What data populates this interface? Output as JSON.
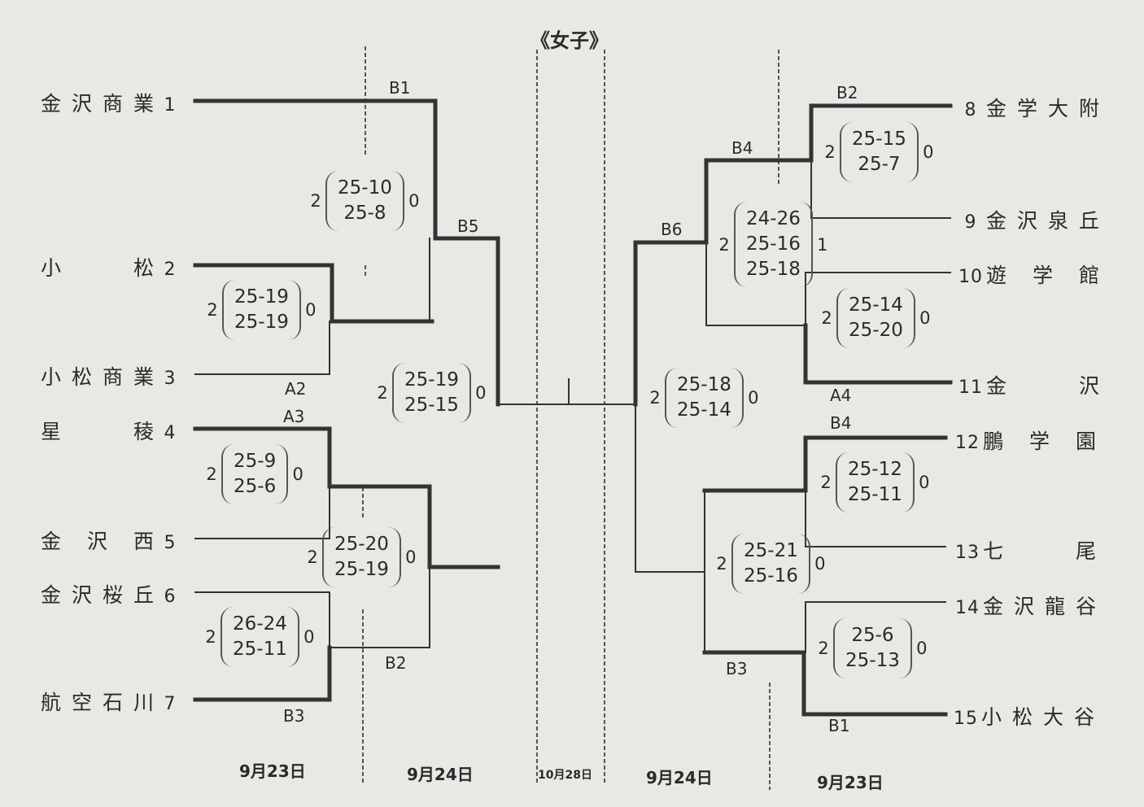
{
  "title": "《女子》",
  "dates": {
    "left_r1": "9月23日",
    "left_r2": "9月24日",
    "final": "10月28日",
    "right_r2": "9月24日",
    "right_r1": "9月23日"
  },
  "teams": [
    {
      "seed": "1",
      "name": "金沢商業"
    },
    {
      "seed": "2",
      "name": "小松"
    },
    {
      "seed": "3",
      "name": "小松商業"
    },
    {
      "seed": "4",
      "name": "星稜"
    },
    {
      "seed": "5",
      "name": "金沢西"
    },
    {
      "seed": "6",
      "name": "金沢桜丘"
    },
    {
      "seed": "7",
      "name": "航空石川"
    },
    {
      "seed": "8",
      "name": "金学大附"
    },
    {
      "seed": "9",
      "name": "金沢泉丘"
    },
    {
      "seed": "10",
      "name": "遊学館"
    },
    {
      "seed": "11",
      "name": "金沢"
    },
    {
      "seed": "12",
      "name": "鵬学園"
    },
    {
      "seed": "13",
      "name": "七尾"
    },
    {
      "seed": "14",
      "name": "金沢龍谷"
    },
    {
      "seed": "15",
      "name": "小松大谷"
    }
  ],
  "match_labels": [
    "B1",
    "A2",
    "A3",
    "B5",
    "B2",
    "B3",
    "B2",
    "B4",
    "B6",
    "A4",
    "B4",
    "B3",
    "B1"
  ],
  "matches": [
    {
      "a": "2",
      "sets": [
        "25-10",
        "25-8"
      ],
      "b": "0"
    },
    {
      "a": "2",
      "sets": [
        "25-19",
        "25-19"
      ],
      "b": "0"
    },
    {
      "a": "2",
      "sets": [
        "25-19",
        "25-15"
      ],
      "b": "0"
    },
    {
      "a": "2",
      "sets": [
        "25-9",
        "25-6"
      ],
      "b": "0"
    },
    {
      "a": "2",
      "sets": [
        "25-20",
        "25-19"
      ],
      "b": "0"
    },
    {
      "a": "2",
      "sets": [
        "26-24",
        "25-11"
      ],
      "b": "0"
    },
    {
      "a": "2",
      "sets": [
        "25-15",
        "25-7"
      ],
      "b": "0"
    },
    {
      "a": "2",
      "sets": [
        "24-26",
        "25-16",
        "25-18"
      ],
      "b": "1"
    },
    {
      "a": "2",
      "sets": [
        "25-14",
        "25-20"
      ],
      "b": "0"
    },
    {
      "a": "2",
      "sets": [
        "25-18",
        "25-14"
      ],
      "b": "0"
    },
    {
      "a": "2",
      "sets": [
        "25-12",
        "25-11"
      ],
      "b": "0"
    },
    {
      "a": "2",
      "sets": [
        "25-21",
        "25-16"
      ],
      "b": "0"
    },
    {
      "a": "2",
      "sets": [
        "25-6",
        "25-13"
      ],
      "b": "0"
    }
  ]
}
